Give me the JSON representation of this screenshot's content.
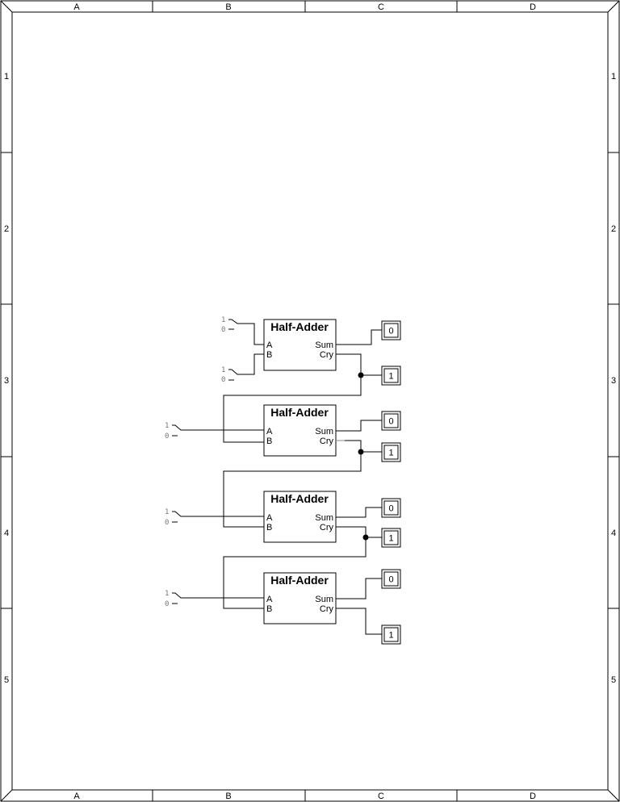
{
  "sheet": {
    "columns": [
      "A",
      "B",
      "C",
      "D"
    ],
    "rows": [
      "1",
      "2",
      "3",
      "4",
      "5"
    ]
  },
  "switch_labels": {
    "high": "1",
    "low": "0"
  },
  "half_adders": [
    {
      "title": "Half-Adder",
      "pin_a": "A",
      "pin_b": "B",
      "pin_sum": "Sum",
      "pin_cry": "Cry"
    },
    {
      "title": "Half-Adder",
      "pin_a": "A",
      "pin_b": "B",
      "pin_sum": "Sum",
      "pin_cry": "Cry"
    },
    {
      "title": "Half-Adder",
      "pin_a": "A",
      "pin_b": "B",
      "pin_sum": "Sum",
      "pin_cry": "Cry"
    },
    {
      "title": "Half-Adder",
      "pin_a": "A",
      "pin_b": "B",
      "pin_sum": "Sum",
      "pin_cry": "Cry"
    }
  ],
  "probes": [
    {
      "value": "0"
    },
    {
      "value": "1"
    },
    {
      "value": "0"
    },
    {
      "value": "1"
    },
    {
      "value": "0"
    },
    {
      "value": "1"
    },
    {
      "value": "0"
    },
    {
      "value": "1"
    }
  ]
}
